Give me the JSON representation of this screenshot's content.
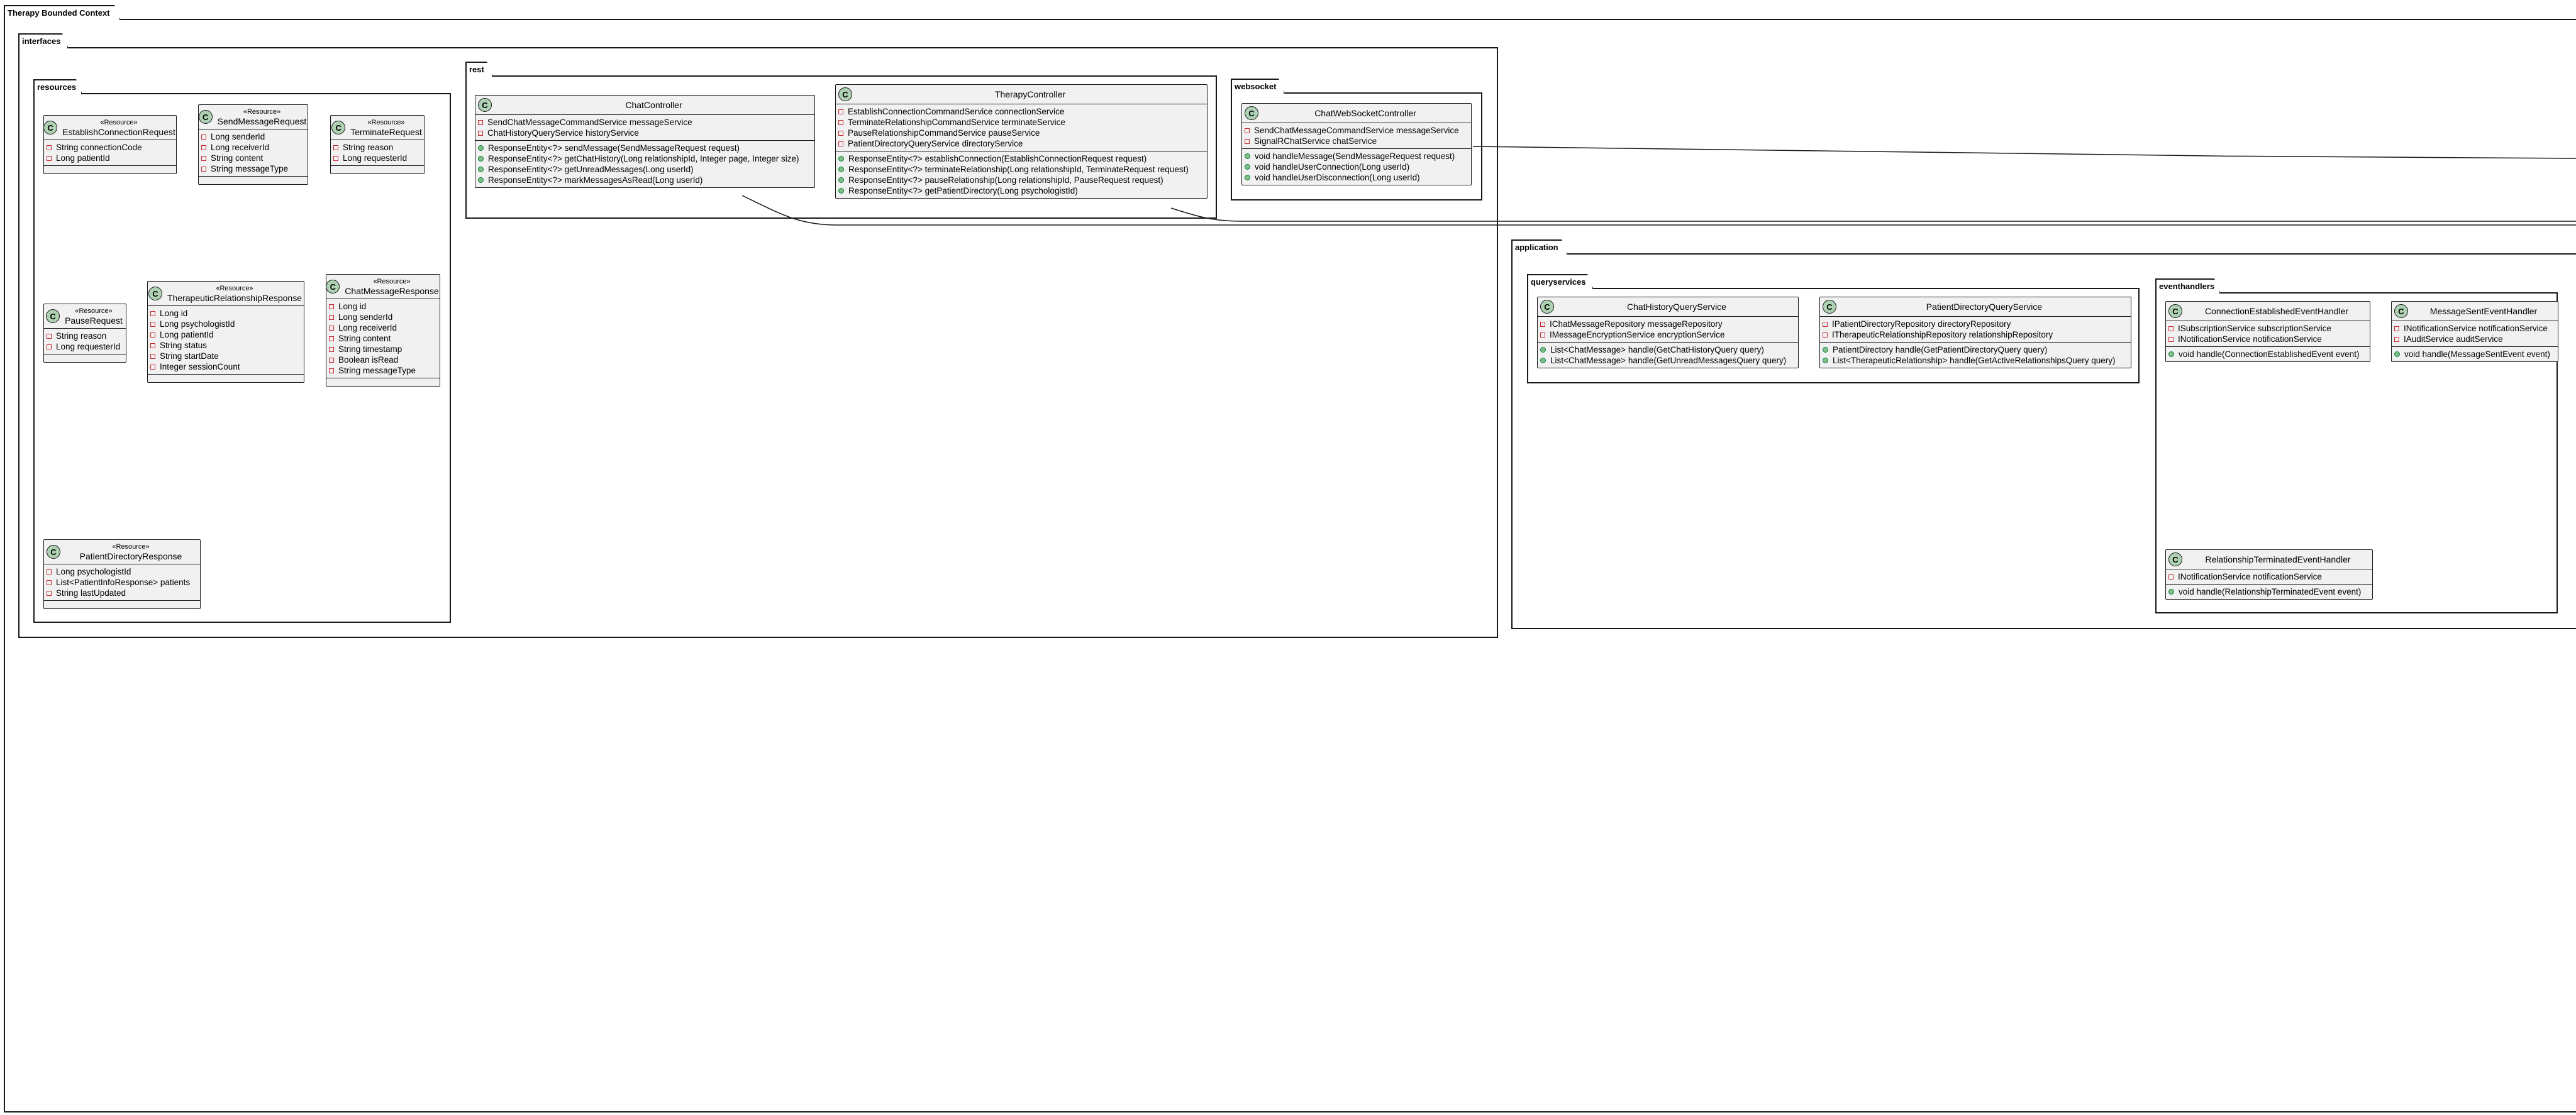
{
  "packages": {
    "root": "Therapy Bounded Context",
    "interfaces": "interfaces",
    "resources": "resources",
    "rest": "rest",
    "websocket": "websocket",
    "application": "application",
    "queryservices": "queryservices",
    "eventhandlers": "eventhandlers"
  },
  "classes": {
    "establish_connection_request": {
      "stereotype": "«Resource»",
      "name": "EstablishConnectionRequest",
      "fields": [
        "String connectionCode",
        "Long patientId"
      ],
      "methods": []
    },
    "send_message_request": {
      "stereotype": "«Resource»",
      "name": "SendMessageRequest",
      "fields": [
        "Long senderId",
        "Long receiverId",
        "String content",
        "String messageType"
      ],
      "methods": []
    },
    "terminate_request": {
      "stereotype": "«Resource»",
      "name": "TerminateRequest",
      "fields": [
        "String reason",
        "Long requesterId"
      ],
      "methods": []
    },
    "pause_request": {
      "stereotype": "«Resource»",
      "name": "PauseRequest",
      "fields": [
        "String reason",
        "Long requesterId"
      ],
      "methods": []
    },
    "therapeutic_relationship_response": {
      "stereotype": "«Resource»",
      "name": "TherapeuticRelationshipResponse",
      "fields": [
        "Long id",
        "Long psychologistId",
        "Long patientId",
        "String status",
        "String startDate",
        "Integer sessionCount"
      ],
      "methods": []
    },
    "chat_message_response": {
      "stereotype": "«Resource»",
      "name": "ChatMessageResponse",
      "fields": [
        "Long id",
        "Long senderId",
        "Long receiverId",
        "String content",
        "String timestamp",
        "Boolean isRead",
        "String messageType"
      ],
      "methods": []
    },
    "patient_directory_response": {
      "stereotype": "«Resource»",
      "name": "PatientDirectoryResponse",
      "fields": [
        "Long psychologistId",
        "List<PatientInfoResponse> patients",
        "String lastUpdated"
      ],
      "methods": []
    },
    "chat_controller": {
      "name": "ChatController",
      "fields": [
        "SendChatMessageCommandService messageService",
        "ChatHistoryQueryService historyService"
      ],
      "methods": [
        "ResponseEntity<?> sendMessage(SendMessageRequest request)",
        "ResponseEntity<?> getChatHistory(Long relationshipId, Integer page, Integer size)",
        "ResponseEntity<?> getUnreadMessages(Long userId)",
        "ResponseEntity<?> markMessagesAsRead(Long userId)"
      ]
    },
    "therapy_controller": {
      "name": "TherapyController",
      "fields": [
        "EstablishConnectionCommandService connectionService",
        "TerminateRelationshipCommandService terminateService",
        "PauseRelationshipCommandService pauseService",
        "PatientDirectoryQueryService directoryService"
      ],
      "methods": [
        "ResponseEntity<?> establishConnection(EstablishConnectionRequest request)",
        "ResponseEntity<?> terminateRelationship(Long relationshipId, TerminateRequest request)",
        "ResponseEntity<?> pauseRelationship(Long relationshipId, PauseRequest request)",
        "ResponseEntity<?> getPatientDirectory(Long psychologistId)"
      ]
    },
    "chat_websocket_controller": {
      "name": "ChatWebSocketController",
      "fields": [
        "SendChatMessageCommandService messageService",
        "SignalRChatService chatService"
      ],
      "methods": [
        "void handleMessage(SendMessageRequest request)",
        "void handleUserConnection(Long userId)",
        "void handleUserDisconnection(Long userId)"
      ]
    },
    "chat_history_query_service": {
      "name": "ChatHistoryQueryService",
      "fields": [
        "IChatMessageRepository messageRepository",
        "IMessageEncryptionService encryptionService"
      ],
      "methods": [
        "List<ChatMessage> handle(GetChatHistoryQuery query)",
        "List<ChatMessage> handle(GetUnreadMessagesQuery query)"
      ]
    },
    "patient_directory_query_service": {
      "name": "PatientDirectoryQueryService",
      "fields": [
        "IPatientDirectoryRepository directoryRepository",
        "ITherapeuticRelationshipRepository relationshipRepository"
      ],
      "methods": [
        "PatientDirectory handle(GetPatientDirectoryQuery query)",
        "List<TherapeuticRelationship> handle(GetActiveRelationshipsQuery query)"
      ]
    },
    "connection_established_event_handler": {
      "name": "ConnectionEstablishedEventHandler",
      "fields": [
        "ISubscriptionService subscriptionService",
        "INotificationService notificationService"
      ],
      "methods": [
        "void handle(ConnectionEstablishedEvent event)"
      ]
    },
    "message_sent_event_handler": {
      "name": "MessageSentEventHandler",
      "fields": [
        "INotificationService notificationService",
        "IAuditService auditService"
      ],
      "methods": [
        "void handle(MessageSentEvent event)"
      ]
    },
    "relationship_terminated_event_handler": {
      "name": "RelationshipTerminatedEventHandler",
      "fields": [
        "INotificationService notificationService"
      ],
      "methods": [
        "void handle(RelationshipTerminatedEvent event)"
      ]
    }
  }
}
